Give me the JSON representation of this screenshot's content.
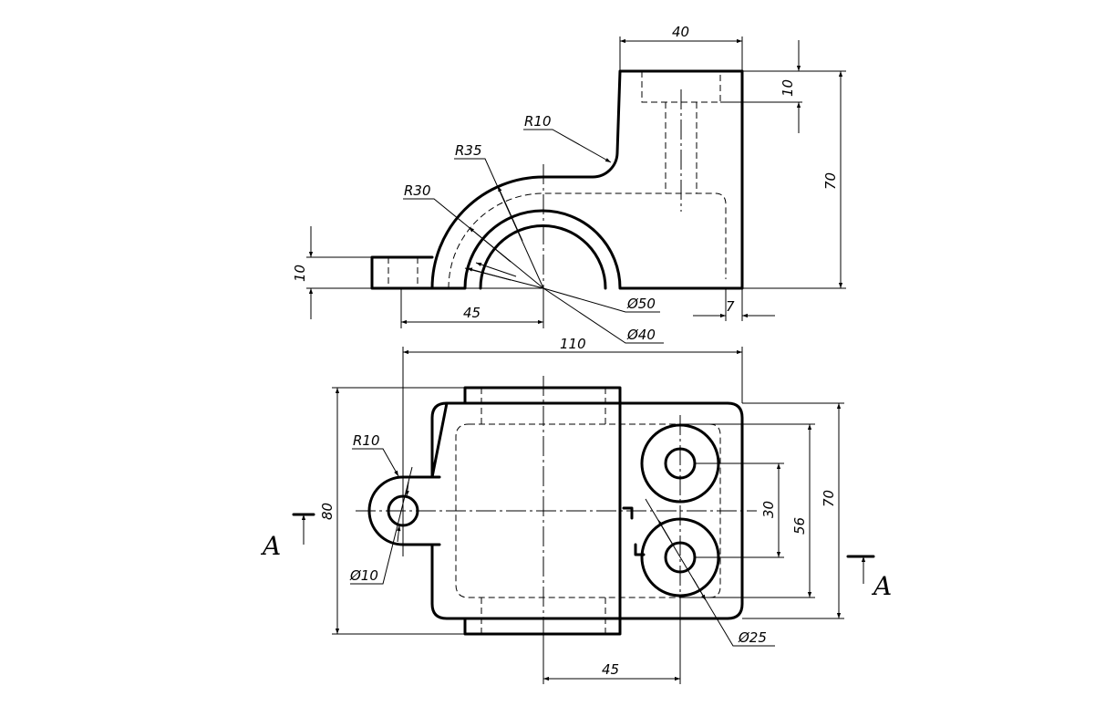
{
  "front_view": {
    "dims": {
      "w40": "40",
      "h10_top": "10",
      "h70": "70",
      "r10": "R10",
      "r35": "R35",
      "r30": "R30",
      "h10_left": "10",
      "w45": "45",
      "d50": "Ø50",
      "d40": "Ø40",
      "w7": "7"
    }
  },
  "top_view": {
    "dims": {
      "w110": "110",
      "h80": "80",
      "r10": "R10",
      "d10": "Ø10",
      "h30": "30",
      "h56": "56",
      "h70": "70",
      "d25": "Ø25",
      "w45": "45"
    },
    "section_label_left": "A",
    "section_label_right": "A"
  }
}
